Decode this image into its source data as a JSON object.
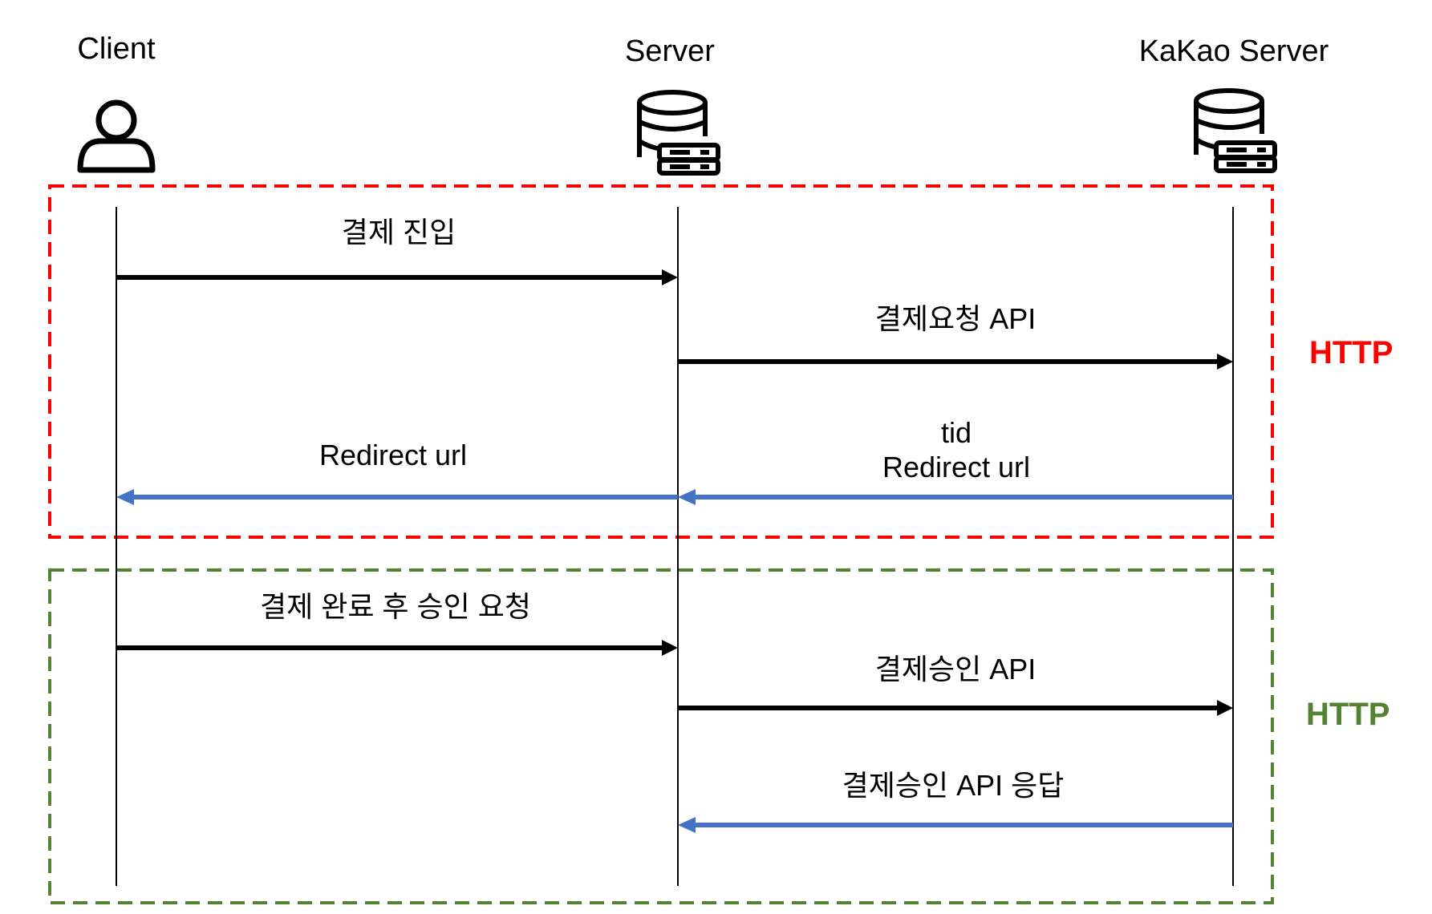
{
  "participants": [
    {
      "name": "Client",
      "icon": "user-icon"
    },
    {
      "name": "Server",
      "icon": "database-server-icon"
    },
    {
      "name": "KaKao Server",
      "icon": "database-server-icon"
    }
  ],
  "groups": [
    {
      "label": "HTTP",
      "color": "#ff0000"
    },
    {
      "label": "HTTP",
      "color": "#548235"
    }
  ],
  "messages": [
    {
      "from": 0,
      "to": 1,
      "lines": [
        "결제 진입"
      ],
      "color": "#000000",
      "group": 0
    },
    {
      "from": 1,
      "to": 2,
      "lines": [
        "결제요청 API"
      ],
      "color": "#000000",
      "group": 0
    },
    {
      "from": 1,
      "to": 0,
      "lines": [
        "Redirect url"
      ],
      "color": "#4472c4",
      "group": 0
    },
    {
      "from": 2,
      "to": 1,
      "lines": [
        "tid",
        "Redirect url"
      ],
      "color": "#4472c4",
      "group": 0
    },
    {
      "from": 0,
      "to": 1,
      "lines": [
        "결제 완료 후 승인 요청"
      ],
      "color": "#000000",
      "group": 1
    },
    {
      "from": 1,
      "to": 2,
      "lines": [
        "결제승인 API"
      ],
      "color": "#000000",
      "group": 1
    },
    {
      "from": 2,
      "to": 1,
      "lines": [
        "결제승인 API 응답"
      ],
      "color": "#4472c4",
      "group": 1
    }
  ]
}
